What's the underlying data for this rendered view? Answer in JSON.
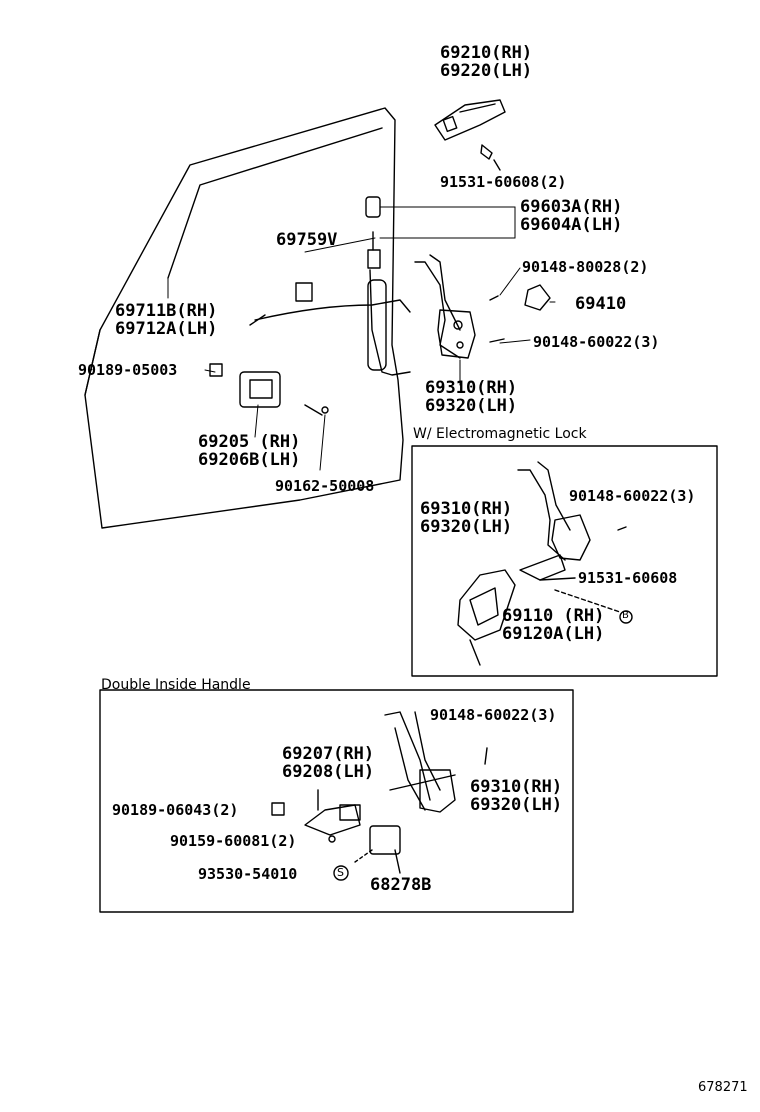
{
  "labels": {
    "p69210": "69210(RH)",
    "p69220": "69220(LH)",
    "p91531a": "91531-60608(2)",
    "p69603a": "69603A(RH)",
    "p69604a": "69604A(LH)",
    "p69759v": "69759V",
    "p90148_80028": "90148-80028(2)",
    "p69410": "69410",
    "p69711b": "69711B(RH)",
    "p69712a": "69712A(LH)",
    "p90148_60022a": "90148-60022(3)",
    "p90189_05003": "90189-05003",
    "p69310a": "69310(RH)",
    "p69320a": "69320(LH)",
    "p69205": "69205 (RH)",
    "p69206b": "69206B(LH)",
    "p90162": "90162-50008",
    "p69310b": "69310(RH)",
    "p69320b": "69320(LH)",
    "p90148_60022b": "90148-60022(3)",
    "p91531b": "91531-60608",
    "p69110": "69110  (RH)",
    "p69120a": "69120A(LH)",
    "p90148_60022c": "90148-60022(3)",
    "p69207": "69207(RH)",
    "p69208": "69208(LH)",
    "p69310c": "69310(RH)",
    "p69320c": "69320(LH)",
    "p90189_06043": "90189-06043(2)",
    "p90159": "90159-60081(2)",
    "p93530": "93530-54010",
    "p68278b": "68278B"
  },
  "boxes": {
    "electromagnetic_title": "W/ Electromagnetic Lock",
    "double_handle_title": "Double Inside Handle"
  },
  "figure_number": "678271",
  "symbols": {
    "bolt_mark": "B",
    "screw_mark": "S"
  }
}
